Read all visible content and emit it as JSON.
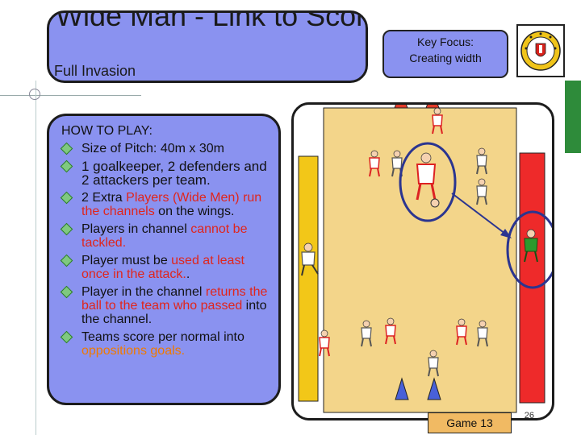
{
  "slide": {
    "title": "Wide Man - Link to Score",
    "subtitle": "Full Invasion",
    "page_number": "26",
    "game_label": "Game 13"
  },
  "key_focus": {
    "title": "Key Focus:",
    "text": "Creating width"
  },
  "how_to_play": {
    "heading": "HOW TO PLAY:",
    "bullets": [
      {
        "parts": [
          {
            "t": "Size of Pitch: 40m x 30m",
            "c": ""
          }
        ]
      },
      {
        "parts": [
          {
            "t": "1 goalkeeper, 2 defenders and 2 attackers per team.",
            "c": ""
          }
        ]
      },
      {
        "parts": [
          {
            "t": "2  Extra ",
            "c": ""
          },
          {
            "t": "Players (Wide Men) run the channels",
            "c": "red"
          },
          {
            "t": " on the wings.",
            "c": ""
          }
        ]
      },
      {
        "parts": [
          {
            "t": "Players in channel ",
            "c": ""
          },
          {
            "t": "cannot be tackled.",
            "c": "red"
          }
        ]
      },
      {
        "parts": [
          {
            "t": "Player must be ",
            "c": ""
          },
          {
            "t": "used at least once in the attack.",
            "c": "red"
          },
          {
            "t": ".",
            "c": ""
          }
        ]
      },
      {
        "parts": [
          {
            "t": "Player in the channel ",
            "c": ""
          },
          {
            "t": "returns the ball to the team who passed",
            "c": "red"
          },
          {
            "t": " into the channel.",
            "c": ""
          }
        ]
      },
      {
        "parts": [
          {
            "t": "Teams score per normal into ",
            "c": ""
          },
          {
            "t": "oppositions goals.",
            "c": "orange"
          }
        ]
      }
    ]
  },
  "colors": {
    "panel": "#8a92f0",
    "pitch": "#f3d58a",
    "channel_left": "#f2c718",
    "channel_right": "#ee2a2a",
    "text_red": "#e0251c",
    "text_orange": "#f07a00",
    "highlight_ring": "#2b3590"
  }
}
